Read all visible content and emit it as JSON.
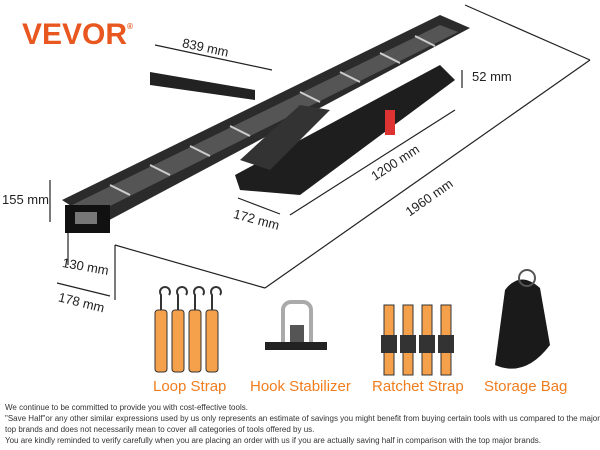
{
  "brand": {
    "logo": "VEVOR",
    "reg": "®",
    "color": "#e8571f"
  },
  "dimensions": {
    "d839": "839 mm",
    "d52": "52 mm",
    "d1200": "1200 mm",
    "d1960": "1960 mm",
    "d155": "155 mm",
    "d172": "172 mm",
    "d130": "130 mm",
    "d178": "178 mm"
  },
  "accessories": [
    {
      "label": "Loop Strap"
    },
    {
      "label": "Hook Stabilizer"
    },
    {
      "label": "Ratchet Strap"
    },
    {
      "label": "Storage Bag"
    }
  ],
  "accent_color": "#f07d1e",
  "notes": [
    "We continue to be committed to provide you with cost-effective tools.",
    "\"Save Half\"or any other similar expressions used by us only represents an estimate of savings you might benefit from buying certain tools with us compared to the major",
    "top brands and does not necessarily mean to cover all categories of tools offered by us.",
    "You are kindly reminded to verify carefully when you are placing an order with us if you are actually saving half in comparison with the top major brands."
  ]
}
